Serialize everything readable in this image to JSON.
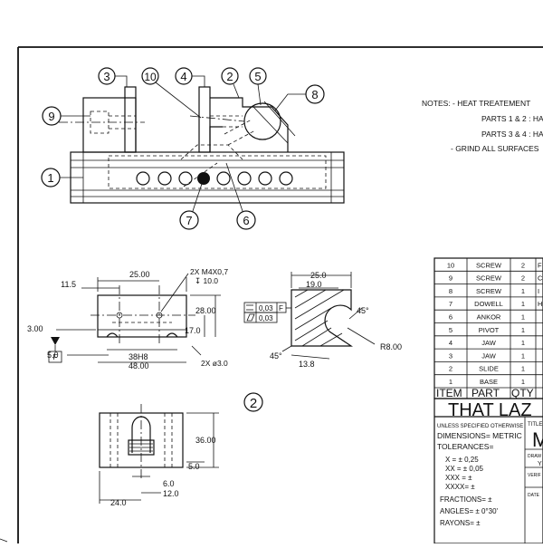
{
  "notes": {
    "heading": "NOTES: - HEAT TREATEMENT",
    "line1": "PARTS 1 & 2 : HA",
    "line2": "PARTS 3 & 4 : HA",
    "line3": "- GRIND ALL SURFACES"
  },
  "balloons": {
    "b1": "1",
    "b2": "2",
    "b3": "3",
    "b4": "4",
    "b5": "5",
    "b6": "6",
    "b7": "7",
    "b8": "8",
    "b9": "9",
    "b10": "10"
  },
  "section_label": "2",
  "dims_front": {
    "d25": "25.00",
    "d11_5": "11.5",
    "thread": "2X  M4X0,7",
    "thread_depth": "↧ 10.0",
    "d28": "28.00",
    "d17": "17.0",
    "d3": "3.00",
    "d5": "5.0",
    "d38h8": "38H8",
    "d48": "48.00",
    "hole_dia": "2X  ø3.0",
    "datum_f": "F"
  },
  "dims_side": {
    "d25": "25.0",
    "d19": "19.0",
    "d45a": "45°",
    "d45b": "45°",
    "r8": "R8.00",
    "d13_8": "13.8",
    "fcf1_value": "0,03",
    "fcf1_datum": "F",
    "fcf2_value": "0,03"
  },
  "dims_bottom": {
    "d36": "36.00",
    "d5": "5.0",
    "d6": "6.0",
    "d12": "12.0",
    "d24": "24.0"
  },
  "bom": {
    "rows": [
      {
        "item": "10",
        "part": "SCREW",
        "qty": "2",
        "extra": "F"
      },
      {
        "item": "9",
        "part": "SCREW",
        "qty": "2",
        "extra": "C"
      },
      {
        "item": "8",
        "part": "SCREW",
        "qty": "1",
        "extra": "I"
      },
      {
        "item": "7",
        "part": "DOWELL",
        "qty": "1",
        "extra": "H"
      },
      {
        "item": "6",
        "part": "ANKOR",
        "qty": "1",
        "extra": ""
      },
      {
        "item": "5",
        "part": "PIVOT",
        "qty": "1",
        "extra": ""
      },
      {
        "item": "4",
        "part": "JAW",
        "qty": "1",
        "extra": ""
      },
      {
        "item": "3",
        "part": "JAW",
        "qty": "1",
        "extra": ""
      },
      {
        "item": "2",
        "part": "SLIDE",
        "qty": "1",
        "extra": ""
      },
      {
        "item": "1",
        "part": "BASE",
        "qty": "1",
        "extra": ""
      }
    ],
    "headers": {
      "item": "ITEM",
      "part": "PART",
      "qty": "QTY"
    }
  },
  "title_block": {
    "company": "THAT LAZ",
    "unless": "UNLESS SPECIFIED OTHERWISE",
    "dimensions": "DIMENSIONS= METRIC",
    "tolerances": "TOLERANCES=",
    "tol_x": "X     =  ± 0,25",
    "tol_xx": "XX    =  ± 0,05",
    "tol_xxx": "XXX  =  ±",
    "tol_xxxx": "XXXX=  ±",
    "fractions": "FRACTIONS=  ±",
    "angles": "ANGLES=  ±  0°30'",
    "rayons": "RAYONS=  ±",
    "title_label": "TITLE",
    "title_letter": "M",
    "drawn_label": "DRAW",
    "drawn_value": "Y",
    "verif_label": "VERIF",
    "date_label": "DATE"
  }
}
